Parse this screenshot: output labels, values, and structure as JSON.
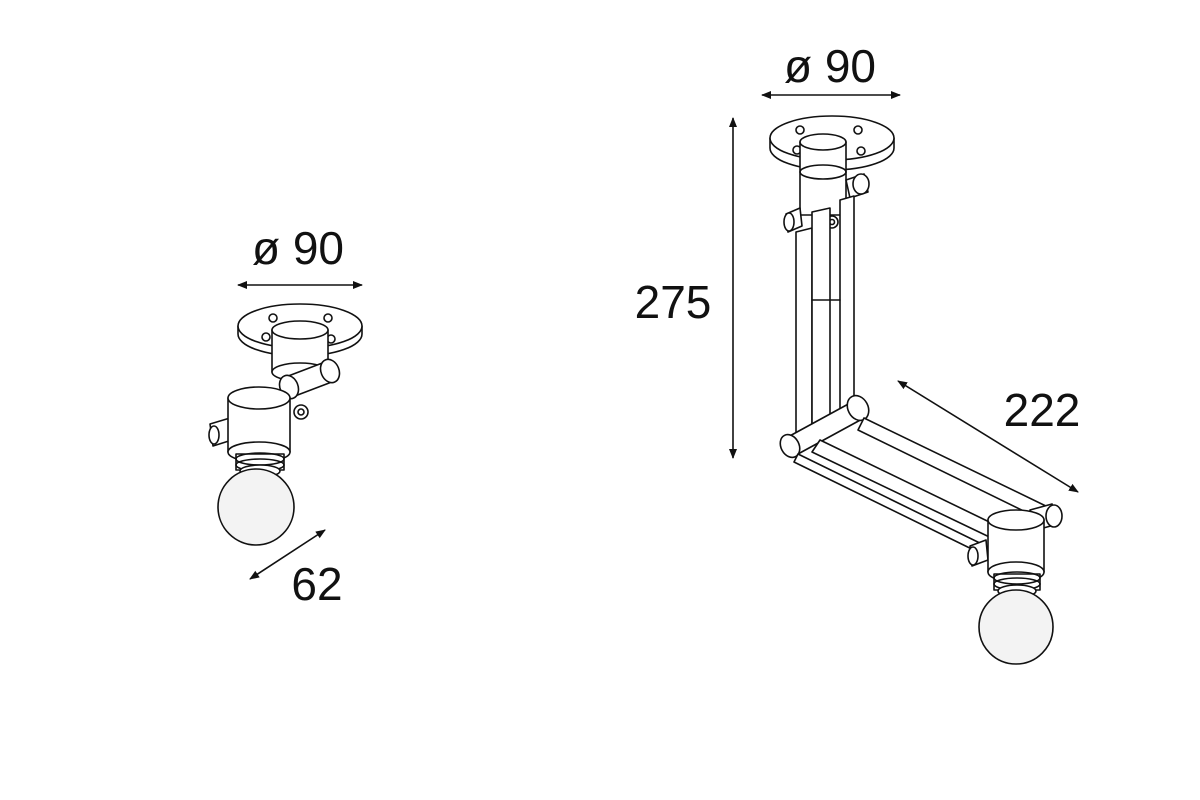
{
  "dimensions": {
    "small_diameter": "ø 90",
    "small_depth": "62",
    "large_diameter": "ø 90",
    "large_height": "275",
    "large_arm": "222"
  }
}
